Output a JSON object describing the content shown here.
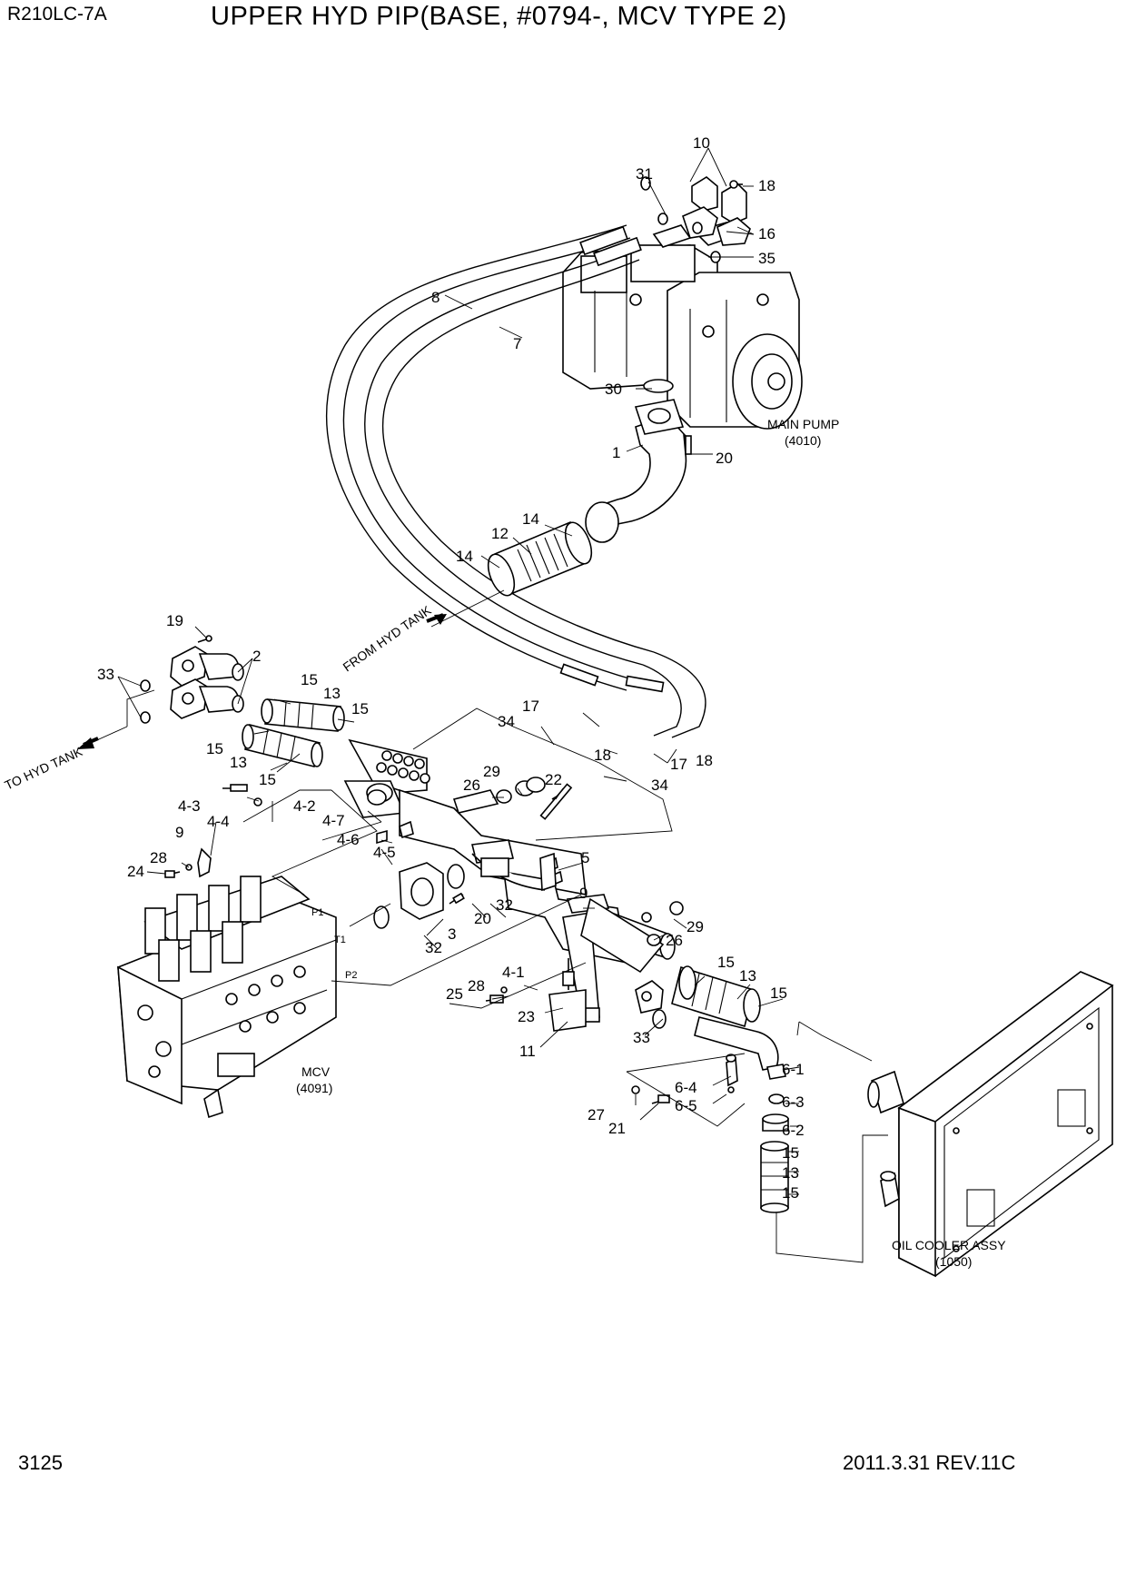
{
  "header": {
    "model": "R210LC-7A",
    "title": "UPPER HYD PIP(BASE, #0794-, MCV TYPE 2)"
  },
  "footer": {
    "page_number": "3125",
    "revision": "2011.3.31 REV.11C"
  },
  "assemblies": {
    "main_pump": {
      "name": "MAIN PUMP",
      "ref": "(4010)"
    },
    "mcv": {
      "name": "MCV",
      "ref": "(4091)"
    },
    "oil_cooler": {
      "name": "OIL COOLER ASSY",
      "ref": "(1050)"
    }
  },
  "flow_labels": {
    "from_hyd_tank": "FROM HYD TANK",
    "to_hyd_tank": "TO HYD TANK"
  },
  "port_labels": {
    "p1": "P1",
    "t1": "T1",
    "p2": "P2"
  },
  "callouts": [
    "10",
    "31",
    "18",
    "16",
    "35",
    "8",
    "7",
    "30",
    "1",
    "20",
    "14",
    "12",
    "14",
    "19",
    "2",
    "33",
    "15",
    "13",
    "15",
    "15",
    "13",
    "15",
    "17",
    "34",
    "18",
    "17",
    "18",
    "34",
    "29",
    "26",
    "22",
    "4-3",
    "4-4",
    "4-2",
    "4-7",
    "4-6",
    "4-5",
    "9",
    "28",
    "24",
    "5",
    "32",
    "20",
    "3",
    "32",
    "9",
    "29",
    "26",
    "15",
    "13",
    "15",
    "4-1",
    "28",
    "25",
    "23",
    "33",
    "11",
    "6-1",
    "6-4",
    "6-5",
    "27",
    "21",
    "6-3",
    "6-2",
    "15",
    "13",
    "15"
  ]
}
